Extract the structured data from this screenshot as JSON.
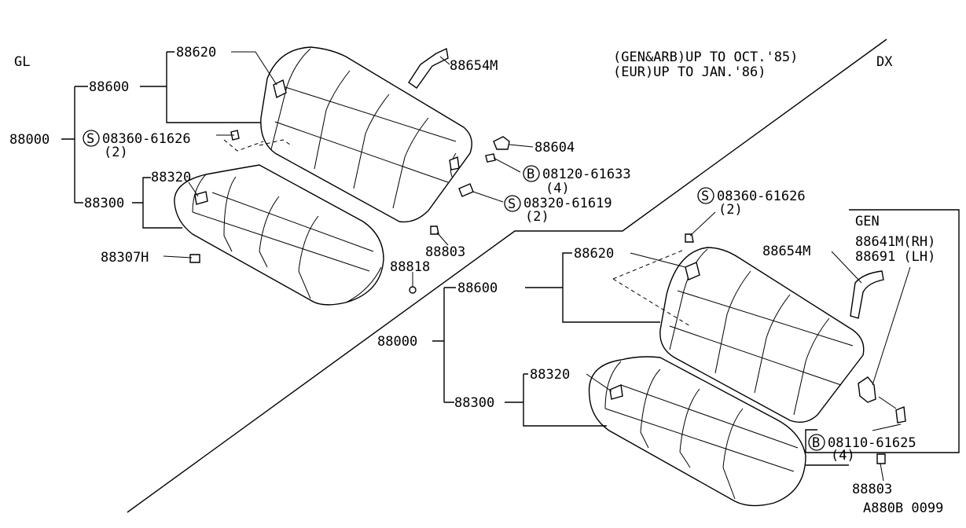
{
  "labels": {
    "gl": "GL",
    "dx": "DX",
    "note1": "(GEN&ARB)UP TO OCT.'85)",
    "note2": "(EUR)UP TO JAN.'86)",
    "ref_code": "A880B 0099",
    "gen_box_title": "GEN",
    "gen_rh": "88641M(RH)",
    "gen_lh": "88691 (LH)"
  },
  "left": {
    "p88000": "88000",
    "p88600": "88600",
    "p88620": "88620",
    "p88654m": "88654M",
    "p88604": "88604",
    "s_bolt": "08360-61626",
    "s_bolt_qty": "(2)",
    "b_bolt": "08120-61633",
    "b_bolt_qty": "(4)",
    "s_bolt2": "08320-61619",
    "s_bolt2_qty": "(2)",
    "p88320": "88320",
    "p88300": "88300",
    "p88307h": "88307H",
    "p88803": "88803",
    "p88818": "88818"
  },
  "right": {
    "s_bolt": "08360-61626",
    "s_bolt_qty": "(2)",
    "p88620": "88620",
    "p88654m": "88654M",
    "p88600": "88600",
    "p88000": "88000",
    "p88320": "88320",
    "p88300": "88300",
    "b_bolt": "08110-61625",
    "b_bolt_qty": "(4)",
    "p88803": "88803"
  },
  "symbols": {
    "s": "S",
    "b": "B"
  }
}
